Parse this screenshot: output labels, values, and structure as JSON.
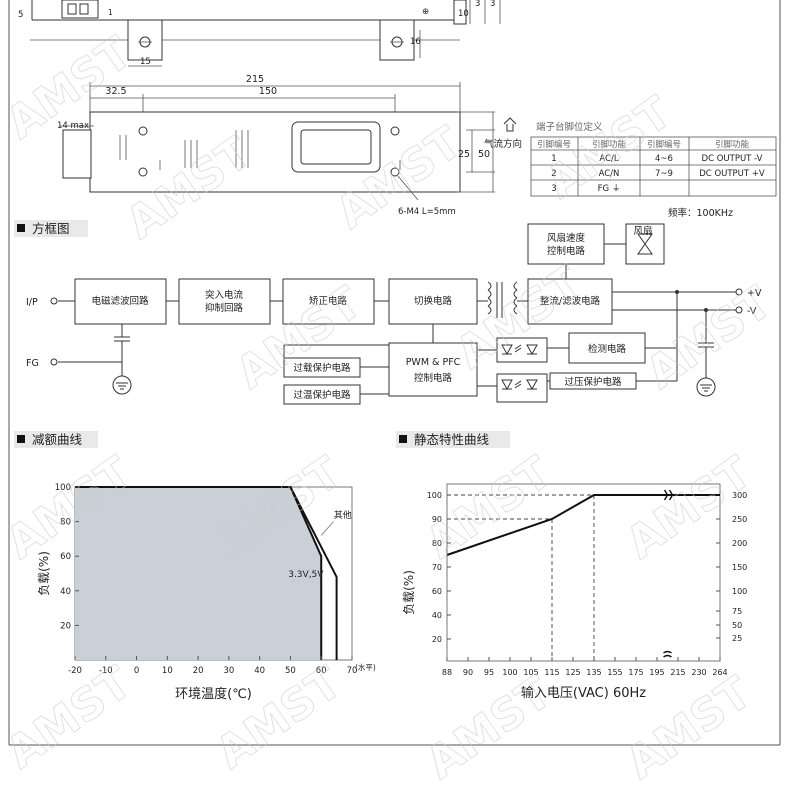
{
  "watermark": "AMST",
  "mech": {
    "dims_top": [
      "1",
      "5",
      "15",
      "16",
      "10",
      "3",
      "3"
    ],
    "overall_w": "215",
    "left_off": "32.5",
    "hole_pitch": "150",
    "term_w": "14 max",
    "dim_25": "25",
    "dim_50": "50",
    "mount_note": "6-M4 L=5mm",
    "airflow": "气流方向"
  },
  "pins": {
    "title": "端子台脚位定义",
    "headers": [
      "引脚编号",
      "引脚功能",
      "引脚编号",
      "引脚功能"
    ],
    "rows": [
      [
        "1",
        "AC/L",
        "4~6",
        "DC OUTPUT -V"
      ],
      [
        "2",
        "AC/N",
        "7~9",
        "DC OUTPUT +V"
      ],
      [
        "3",
        "FG ⏚",
        "",
        ""
      ]
    ],
    "frequency": "频率：100KHz"
  },
  "block": {
    "section_title": "方框图",
    "labels": {
      "emi": "电磁滤波回路",
      "inrush1": "突入电流",
      "inrush2": "抑制回路",
      "rect": "矫正电路",
      "switch": "切换电路",
      "outrect": "整流/滤波电路",
      "fan1": "风扇速度",
      "fan2": "控制电路",
      "fan": "风扇",
      "detect": "检测电路",
      "pwm1": "PWM & PFC",
      "pwm2": "控制电路",
      "olp": "过载保护电路",
      "otp": "过温保护电路",
      "ovp": "过压保护电路",
      "ip": "I/P",
      "fg": "FG",
      "vplus": "+V",
      "vminus": "-V"
    }
  },
  "derating": {
    "section_title": "减额曲线",
    "chart_data": {
      "type": "area",
      "xlabel": "环境温度(℃)",
      "ylabel": "负载(%)",
      "x_unit": "(水平)",
      "xlim": [
        -20,
        70
      ],
      "ylim": [
        0,
        100
      ],
      "xticks": [
        "-20",
        "-10",
        "0",
        "10",
        "20",
        "30",
        "40",
        "50",
        "60",
        "70"
      ],
      "yticks": [
        "20",
        "40",
        "60",
        "80",
        "100"
      ],
      "series": [
        {
          "name": "3.3V,5V",
          "x": [
            -20,
            50,
            60,
            60
          ],
          "y": [
            100,
            100,
            60,
            0
          ]
        },
        {
          "name": "其他",
          "x": [
            -20,
            50,
            65,
            65
          ],
          "y": [
            100,
            100,
            48,
            0
          ]
        }
      ]
    }
  },
  "static": {
    "section_title": "静态特性曲线",
    "chart_data": {
      "type": "line",
      "xlabel": "输入电压(VAC) 60Hz",
      "ylabel": "负载(%)",
      "xticks": [
        "88",
        "90",
        "95",
        "100",
        "105",
        "115",
        "125",
        "135",
        "155",
        "175",
        "195",
        "215",
        "230",
        "264"
      ],
      "yticks_left": [
        "20",
        "40",
        "60",
        "70",
        "80",
        "90",
        "100"
      ],
      "yticks_right": [
        "25",
        "50",
        "75",
        "100",
        "150",
        "200",
        "250",
        "300"
      ],
      "series": [
        {
          "x": [
            88,
            115,
            135,
            264
          ],
          "y": [
            75,
            90,
            100,
            100
          ]
        }
      ]
    }
  }
}
